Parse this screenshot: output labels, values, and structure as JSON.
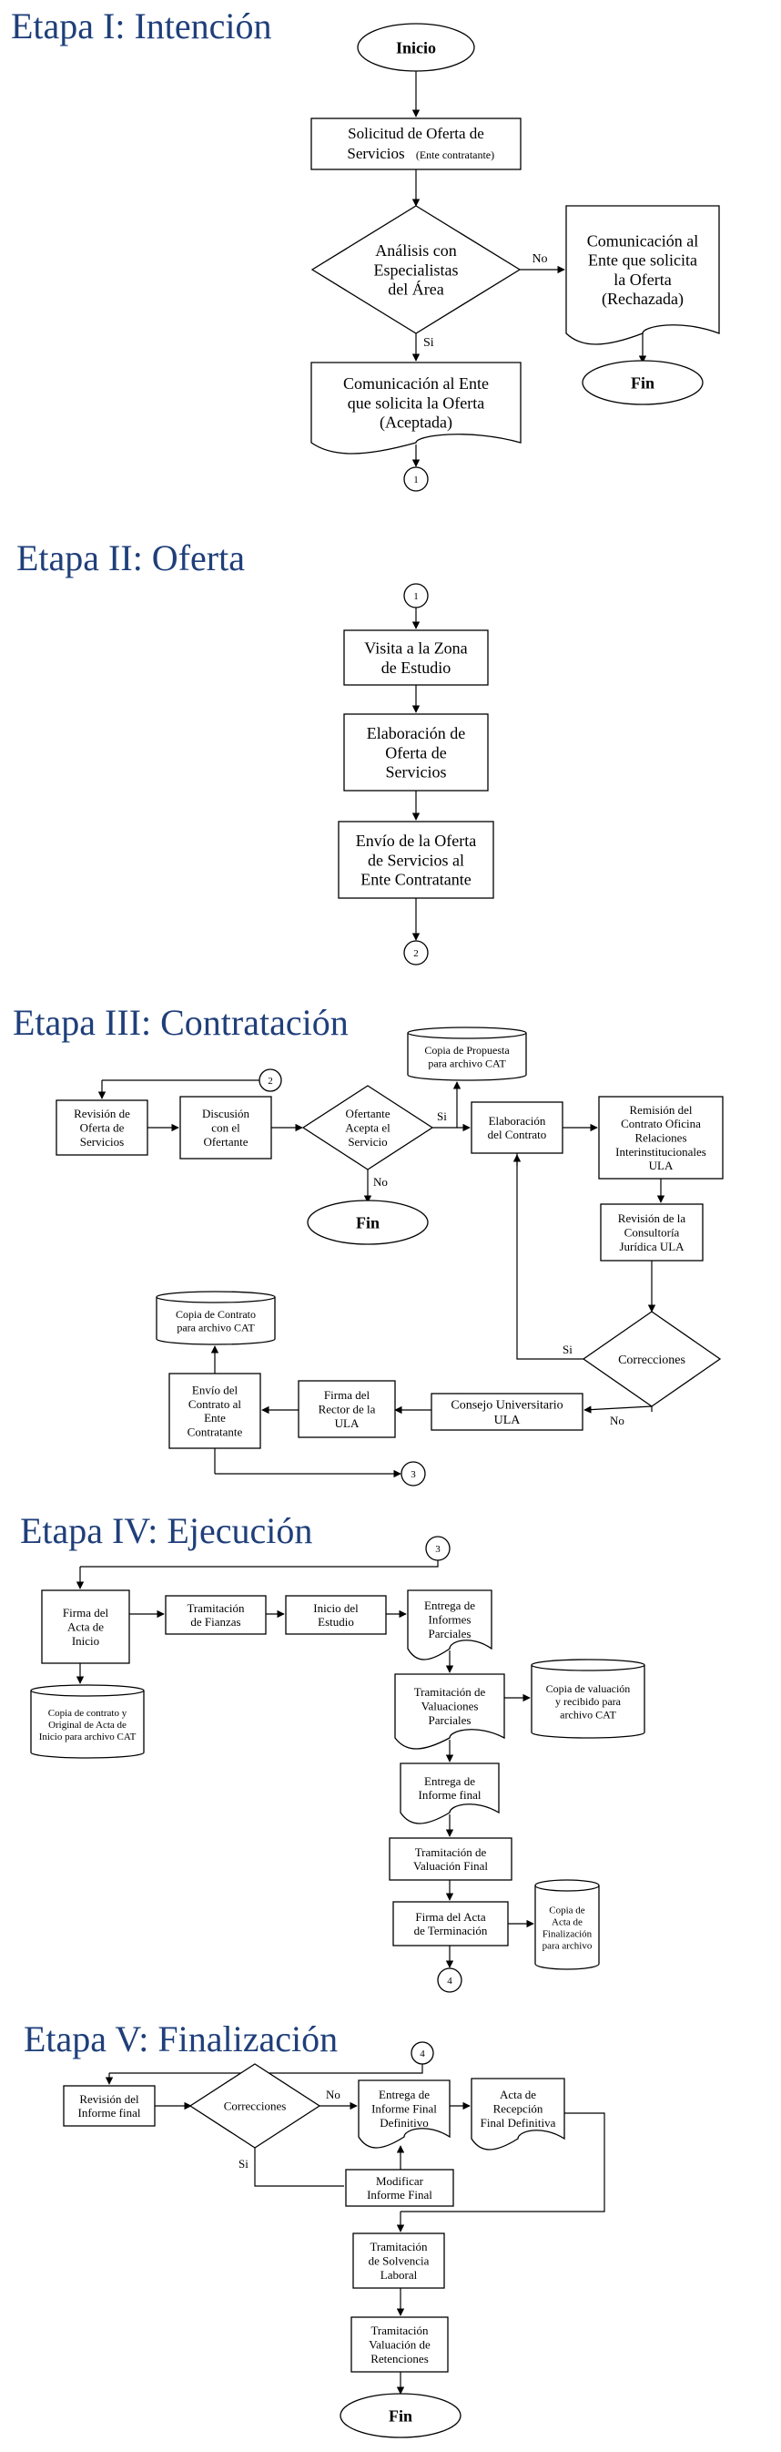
{
  "stages": {
    "s1": {
      "title": "Etapa I: Intención",
      "inicio": "Inicio",
      "solicitud": [
        "Solicitud de Oferta de",
        "Servicios (Ente contratante)"
      ],
      "analisis": [
        "Análisis con",
        "Especialistas",
        "del Área"
      ],
      "no": "No",
      "si": "Si",
      "rechazada": [
        "Comunicación al",
        "Ente que solicita",
        "la Oferta",
        "(Rechazada)"
      ],
      "fin": "Fin",
      "aceptada": [
        "Comunicación al Ente",
        "que solicita la Oferta",
        "(Aceptada)"
      ],
      "conn": "1"
    },
    "s2": {
      "title": "Etapa II: Oferta",
      "conn_in": "1",
      "visita": [
        "Visita a la Zona",
        "de Estudio"
      ],
      "elaboracion": [
        "Elaboración de",
        "Oferta de",
        "Servicios"
      ],
      "envio": [
        "Envío de la Oferta",
        "de Servicios al",
        "Ente Contratante"
      ],
      "conn_out": "2"
    },
    "s3": {
      "title": "Etapa III: Contratación",
      "conn_in": "2",
      "revision": [
        "Revisión de",
        "Oferta de",
        "Servicios"
      ],
      "discusion": [
        "Discusión",
        "con el",
        "Ofertante"
      ],
      "ofertante": [
        "Ofertante",
        "Acepta el",
        "Servicio"
      ],
      "si": "Si",
      "no": "No",
      "fin": "Fin",
      "copia_propuesta": [
        "Copia de Propuesta",
        "para archivo CAT"
      ],
      "elaboracion": [
        "Elaboración",
        "del Contrato"
      ],
      "remision": [
        "Remisión del",
        "Contrato Oficina",
        "Relaciones",
        "Interinstitucionales",
        "ULA"
      ],
      "consultoria": [
        "Revisión de la",
        "Consultoría",
        "Jurídica ULA"
      ],
      "correcciones": "Correcciones",
      "si2": "Si",
      "no2": "No",
      "consejo": [
        "Consejo Universitario",
        "ULA"
      ],
      "firma_rector": [
        "Firma del",
        "Rector de la",
        "ULA"
      ],
      "envio_contrato": [
        "Envío del",
        "Contrato al",
        "Ente",
        "Contratante"
      ],
      "copia_contrato": [
        "Copia de Contrato",
        "para archivo CAT"
      ],
      "conn_out": "3"
    },
    "s4": {
      "title": "Etapa IV: Ejecución",
      "conn_in": "3",
      "firma_acta": [
        "Firma del",
        "Acta de",
        "Inicio"
      ],
      "fianzas": [
        "Tramitación",
        "de Fianzas"
      ],
      "inicio_estudio": [
        "Inicio del",
        "Estudio"
      ],
      "entrega_parciales": [
        "Entrega de",
        "Informes",
        "Parciales"
      ],
      "copia_contrato_acta": [
        "Copia de contrato y",
        "Original de Acta de",
        "Inicio para archivo CAT"
      ],
      "valuaciones": [
        "Tramitación de",
        "Valuaciones",
        "Parciales"
      ],
      "copia_valuacion": [
        "Copia de valuación",
        "y recibido para",
        "archivo CAT"
      ],
      "entrega_final": [
        "Entrega de",
        "Informe final"
      ],
      "valuacion_final": [
        "Tramitación de",
        "Valuación Final"
      ],
      "firma_terminacion": [
        "Firma del Acta",
        "de Terminación"
      ],
      "copia_finalizacion": [
        "Copia de",
        "Acta de",
        "Finalización",
        "para archivo"
      ],
      "conn_out": "4"
    },
    "s5": {
      "title": "Etapa V: Finalización",
      "conn_in": "4",
      "revision_final": [
        "Revisión del",
        "Informe final"
      ],
      "correcciones": "Correcciones",
      "no": "No",
      "si": "Si",
      "entrega_definitivo": [
        "Entrega de",
        "Informe Final",
        "Definitivo"
      ],
      "acta_recepcion": [
        "Acta de",
        "Recepción",
        "Final Definitiva"
      ],
      "modificar": [
        "Modificar",
        "Informe Final"
      ],
      "solvencia": [
        "Tramitación",
        "de Solvencia",
        "Laboral"
      ],
      "retenciones": [
        "Tramitación",
        "Valuación de",
        "Retenciones"
      ],
      "fin": "Fin"
    }
  }
}
